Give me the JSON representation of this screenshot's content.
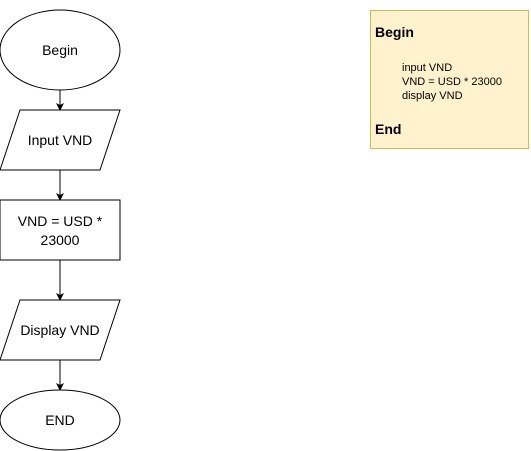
{
  "flowchart": {
    "start_label": "Begin",
    "input_label": "Input VND",
    "process_label_line1": "VND = USD *",
    "process_label_line2": "23000",
    "output_label": "Display VND",
    "end_label": "END"
  },
  "pseudocode": {
    "begin": "Begin",
    "lines": [
      "input VND",
      "VND = USD * 23000",
      "display VND"
    ],
    "end": "End"
  },
  "colors": {
    "stroke": "#000000",
    "note_fill": "#fff2cc",
    "note_border": "#d6b656"
  }
}
